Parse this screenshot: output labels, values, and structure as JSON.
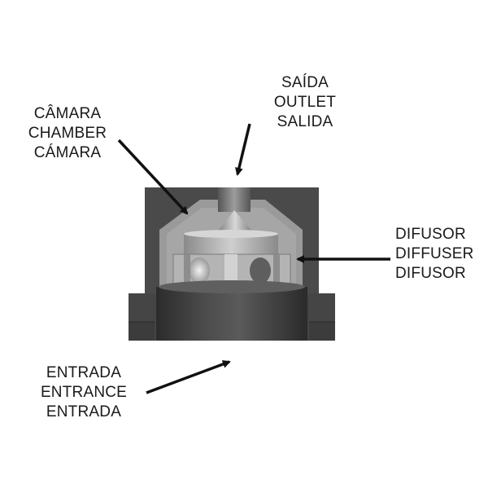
{
  "labels": {
    "outlet": {
      "pt": "SAÍDA",
      "en": "OUTLET",
      "es": "SALIDA"
    },
    "chamber": {
      "pt": "CÂMARA",
      "en": "CHAMBER",
      "es": "CÁMARA"
    },
    "diffuser": {
      "pt": "DIFUSOR",
      "en": "DIFFUSER",
      "es": "DIFUSOR"
    },
    "inlet": {
      "pt": "ENTRADA",
      "en": "ENTRANCE",
      "es": "ENTRADA"
    }
  },
  "colors": {
    "housing": "#4a4a4a",
    "cavity": "#9a9a9a",
    "metal_light": "#c8c8c8",
    "metal_mid": "#8c8c8c",
    "inlet_pipe": "#3a3a3a",
    "arrow": "#111111",
    "text": "#1a1a1a"
  }
}
